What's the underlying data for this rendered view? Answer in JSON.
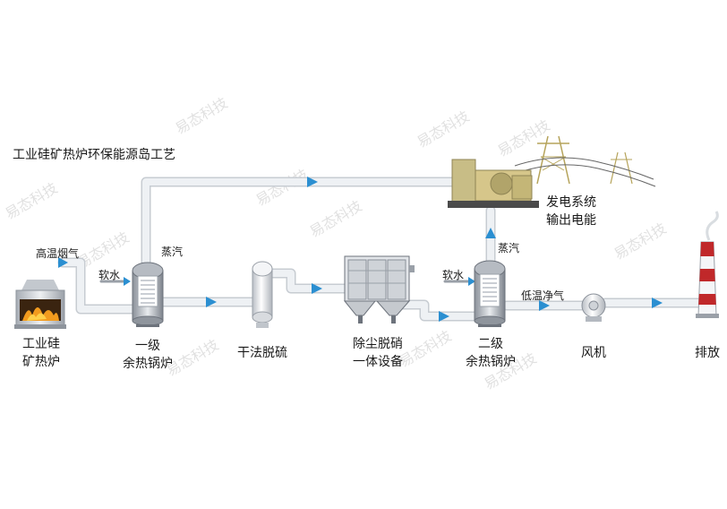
{
  "title": "工业硅矿热炉环保能源岛工艺",
  "watermark": "易态科技",
  "colors": {
    "pipe": "#e6e9ed",
    "pipe_edge": "#c7ccd2",
    "arrow": "#2b8fd1",
    "chimney_red": "#c0282a"
  },
  "flow_labels": {
    "high_temp_flue": "高温烟气",
    "soft_water_1": "软水",
    "steam_1": "蒸汽",
    "soft_water_2": "软水",
    "steam_2": "蒸汽",
    "low_temp_clean": "低温净气"
  },
  "power": {
    "line1": "发电系统",
    "line2": "输出电能"
  },
  "equipment": [
    {
      "id": "furnace",
      "line1": "工业硅",
      "line2": "矿热炉"
    },
    {
      "id": "boiler1",
      "line1": "一级",
      "line2": "余热锅炉"
    },
    {
      "id": "desulfur",
      "line1": "干法脱硫",
      "line2": ""
    },
    {
      "id": "dust",
      "line1": "除尘脱硝",
      "line2": "一体设备"
    },
    {
      "id": "boiler2",
      "line1": "二级",
      "line2": "余热锅炉"
    },
    {
      "id": "fan",
      "line1": "风机",
      "line2": ""
    },
    {
      "id": "chimney",
      "line1": "排放",
      "line2": ""
    }
  ]
}
